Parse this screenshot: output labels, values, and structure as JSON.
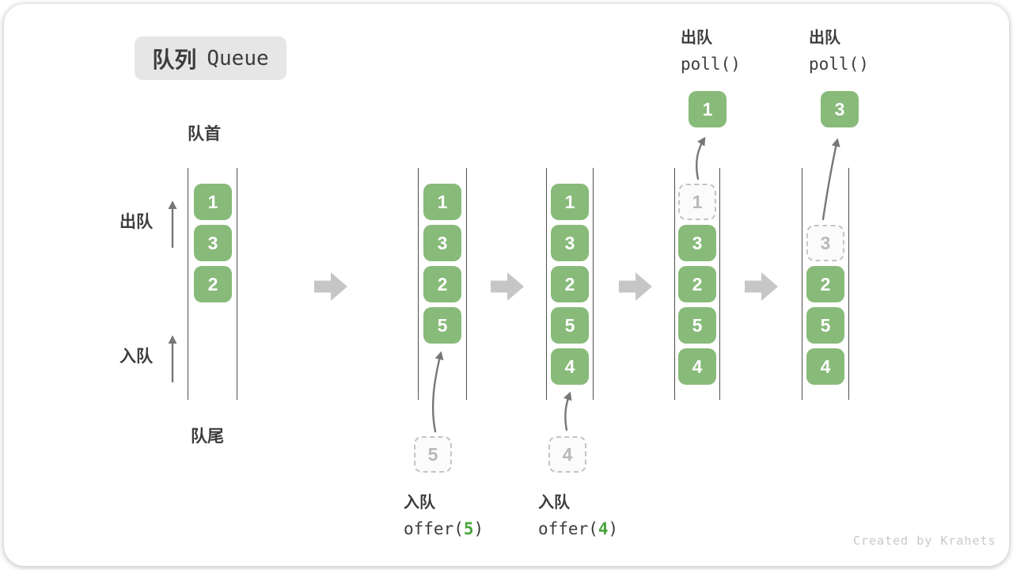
{
  "title": {
    "zh": "队列",
    "en": "Queue"
  },
  "labels": {
    "front": "队首",
    "rear": "队尾",
    "dequeue": "出队",
    "enqueue": "入队"
  },
  "operations": {
    "offer5": {
      "label": "入队",
      "code_prefix": "offer(",
      "code_value": "5",
      "code_suffix": ")"
    },
    "offer4": {
      "label": "入队",
      "code_prefix": "offer(",
      "code_value": "4",
      "code_suffix": ")"
    },
    "poll1": {
      "label": "出队",
      "code": "poll()",
      "popped_value": "1"
    },
    "poll2": {
      "label": "出队",
      "code": "poll()",
      "popped_value": "3"
    }
  },
  "queues": [
    {
      "name": "state-initial",
      "cells": [
        {
          "row": 0,
          "value": "1",
          "style": "filled"
        },
        {
          "row": 1,
          "value": "3",
          "style": "filled"
        },
        {
          "row": 2,
          "value": "2",
          "style": "filled"
        }
      ]
    },
    {
      "name": "state-after-offer-5",
      "cells": [
        {
          "row": 0,
          "value": "1",
          "style": "filled"
        },
        {
          "row": 1,
          "value": "3",
          "style": "filled"
        },
        {
          "row": 2,
          "value": "2",
          "style": "filled"
        },
        {
          "row": 3,
          "value": "5",
          "style": "filled"
        }
      ],
      "pending": {
        "value": "5"
      }
    },
    {
      "name": "state-after-offer-4",
      "cells": [
        {
          "row": 0,
          "value": "1",
          "style": "filled"
        },
        {
          "row": 1,
          "value": "3",
          "style": "filled"
        },
        {
          "row": 2,
          "value": "2",
          "style": "filled"
        },
        {
          "row": 3,
          "value": "5",
          "style": "filled"
        },
        {
          "row": 4,
          "value": "4",
          "style": "filled"
        }
      ],
      "pending": {
        "value": "4"
      }
    },
    {
      "name": "state-after-poll-1",
      "cells": [
        {
          "row": 0,
          "value": "1",
          "style": "dashed"
        },
        {
          "row": 1,
          "value": "3",
          "style": "filled"
        },
        {
          "row": 2,
          "value": "2",
          "style": "filled"
        },
        {
          "row": 3,
          "value": "5",
          "style": "filled"
        },
        {
          "row": 4,
          "value": "4",
          "style": "filled"
        }
      ]
    },
    {
      "name": "state-after-poll-3",
      "cells": [
        {
          "row": 1,
          "value": "3",
          "style": "dashed"
        },
        {
          "row": 2,
          "value": "2",
          "style": "filled"
        },
        {
          "row": 3,
          "value": "5",
          "style": "filled"
        },
        {
          "row": 4,
          "value": "4",
          "style": "filled"
        }
      ]
    }
  ],
  "watermark": "Created by Krahets",
  "colors": {
    "box-green": "#88ba7a",
    "box-text": "#ffffff",
    "dashed-border": "#c4c4c4",
    "dashed-fill": "#fbfbfb",
    "dashed-text": "#b9b9b9",
    "queue-line": "#4f4f4f",
    "flow-arrow": "#c6c6c6",
    "arrow": "#777777",
    "text-dark": "#3c3c3c",
    "code-green": "#48a43c",
    "badge-bg": "#e6e6e6",
    "watermark": "#c9c9c9"
  }
}
